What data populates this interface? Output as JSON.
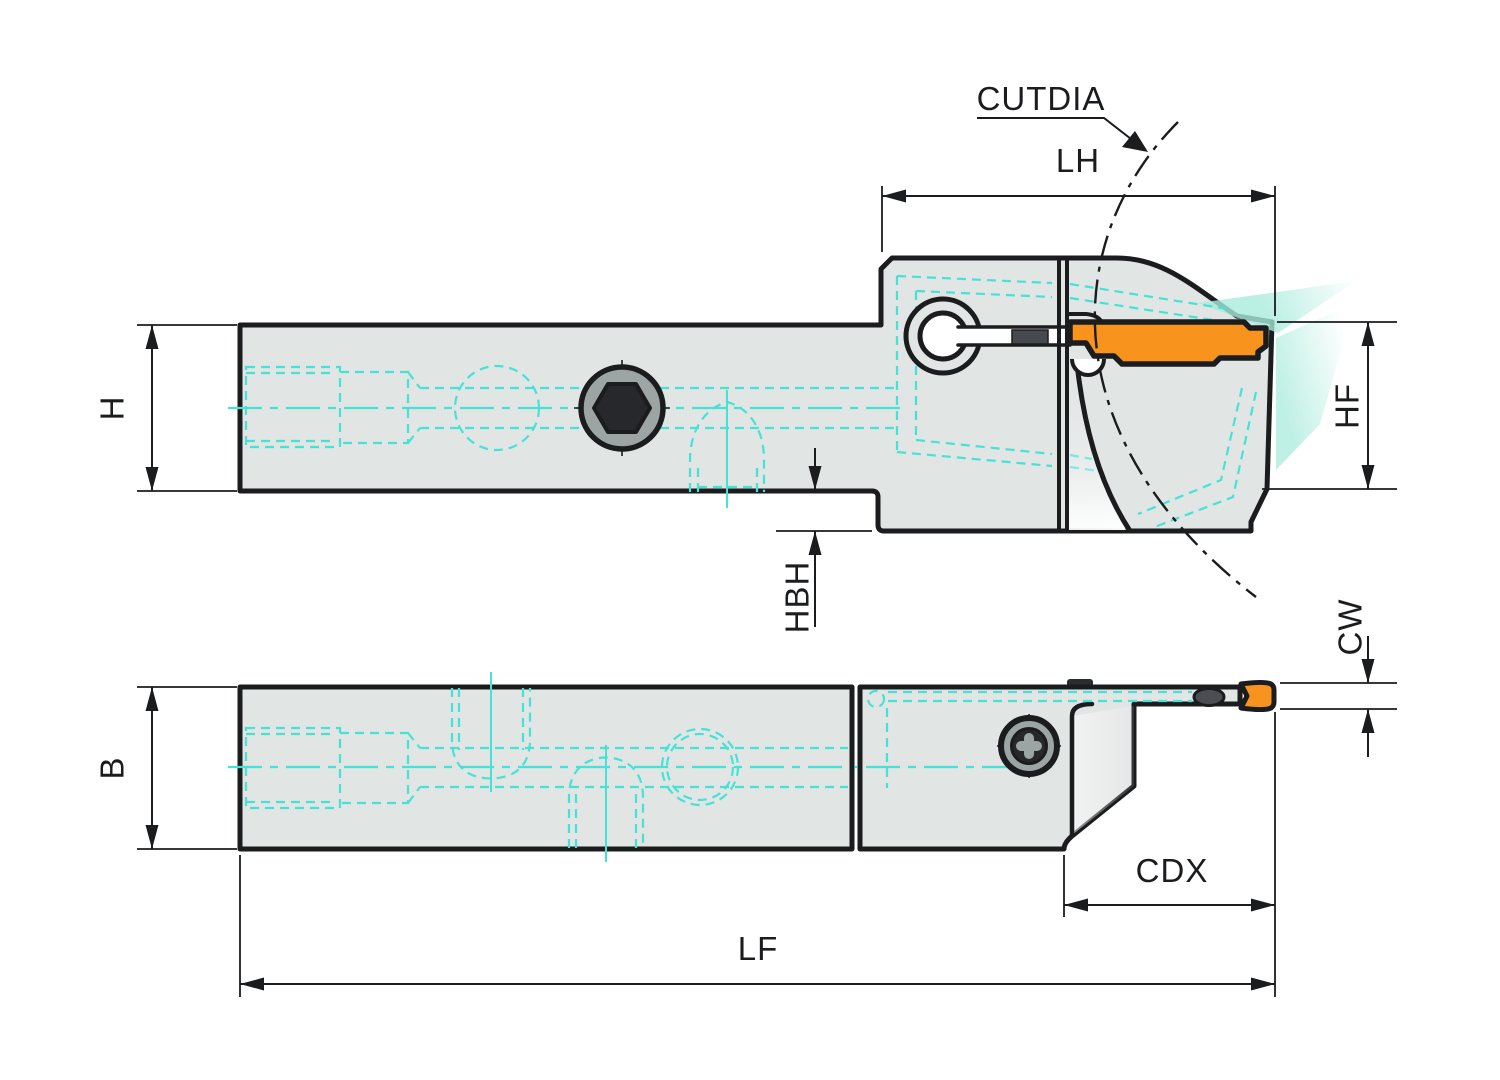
{
  "drawing": {
    "type": "tool-holder-technical-drawing",
    "views": {
      "top": "front profile view with insert and clamp",
      "bottom": "plan view with blade and insert tip"
    },
    "labels": {
      "cutdia": "CUTDIA",
      "lh": "LH",
      "h": "H",
      "hf": "HF",
      "hbh": "HBH",
      "cw": "CW",
      "b": "B",
      "cdx": "CDX",
      "lf": "LF"
    },
    "colors": {
      "outline": "#1B1C1E",
      "body_fill": "#E1E5E4",
      "hidden_line": "#47E2D6",
      "insert_orange": "#F8941D",
      "screw_gray": "#9CA4A4",
      "screw_dark": "#26282B",
      "highlight_mint": "#A9EBDC",
      "dim_line": "#1B1C1E"
    }
  }
}
